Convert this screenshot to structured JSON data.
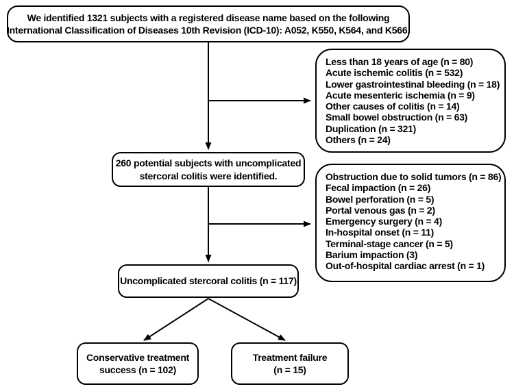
{
  "colors": {
    "ink": "#000000",
    "background": "#ffffff"
  },
  "flow": {
    "identified": {
      "line1": "We identified 1321 subjects with a registered disease name based on the following",
      "line2": "International Classification of Diseases 10th Revision (ICD-10): A052, K550, K564, and K566."
    },
    "excluded_first": {
      "items": [
        "Less than 18 years of age (n = 80)",
        "Acute ischemic colitis (n = 532)",
        "Lower gastrointestinal bleeding (n = 18)",
        "Acute mesenteric ischemia (n = 9)",
        "Other causes of colitis (n = 14)",
        "Small bowel obstruction (n = 63)",
        "Duplication (n = 321)",
        "Others (n = 24)"
      ]
    },
    "potential": {
      "line1": "260 potential subjects with uncomplicated",
      "line2": "stercoral colitis were identified."
    },
    "excluded_second": {
      "items": [
        "Obstruction due to solid tumors (n = 86)",
        "Fecal impaction (n = 26)",
        "Bowel perforation (n = 5)",
        "Portal venous gas (n = 2)",
        "Emergency surgery (n = 4)",
        "In-hospital onset (n = 11)",
        "Terminal-stage cancer (n = 5)",
        "Barium impaction (3)",
        "Out-of-hospital cardiac arrest (n = 1)"
      ]
    },
    "uncomplicated": {
      "text": "Uncomplicated stercoral colitis (n = 117)"
    },
    "conservative": {
      "line1": "Conservative treatment",
      "line2": "success (n = 102)"
    },
    "failure": {
      "line1": "Treatment failure",
      "line2": "(n = 15)"
    }
  }
}
